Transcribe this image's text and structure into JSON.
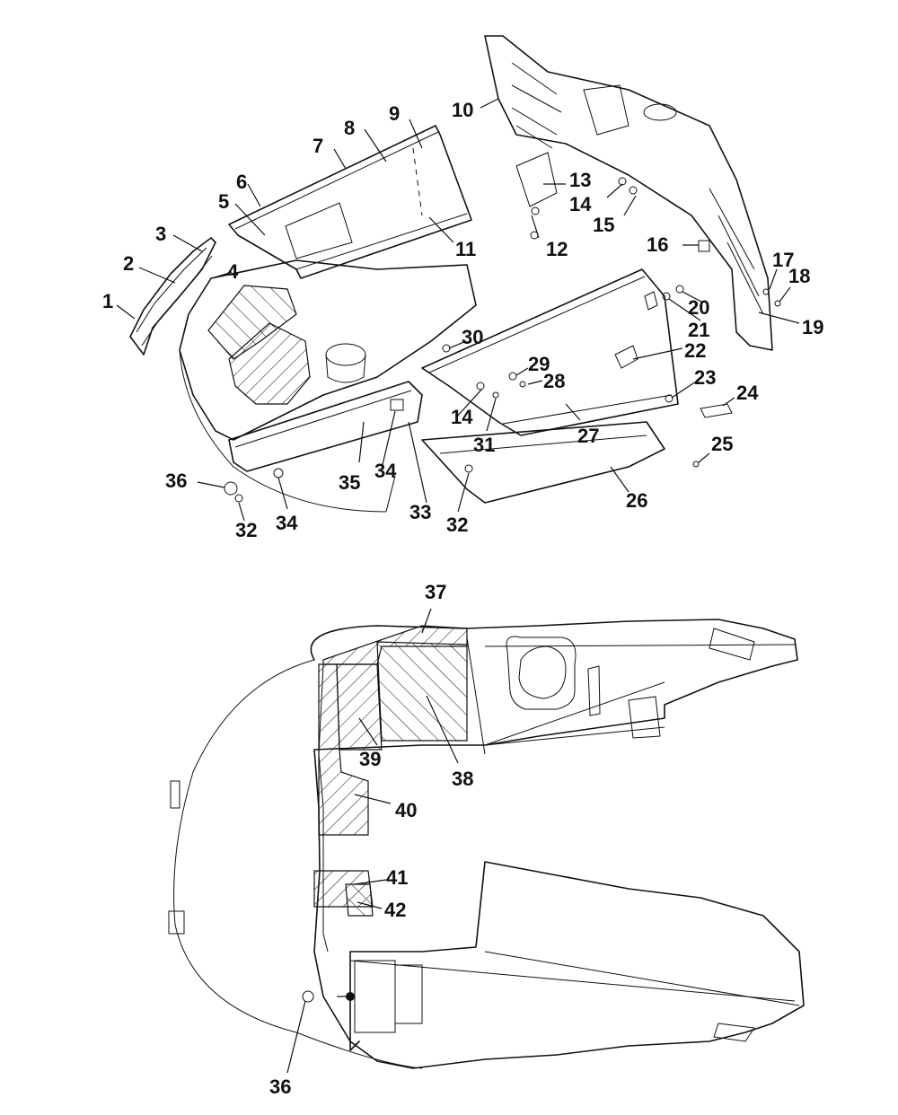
{
  "callouts": [
    "1",
    "2",
    "3",
    "4",
    "5",
    "6",
    "7",
    "8",
    "9",
    "10",
    "11",
    "12",
    "13",
    "14",
    "15",
    "16",
    "17",
    "18",
    "19",
    "20",
    "21",
    "22",
    "23",
    "24",
    "25",
    "26",
    "27",
    "28",
    "29",
    "30",
    "31",
    "32",
    "33",
    "34",
    "35",
    "36",
    "37",
    "38",
    "39",
    "40",
    "41",
    "42"
  ],
  "duplicate_callouts": {
    "14b": "14",
    "32b": "32",
    "34b": "34",
    "36b": "36"
  }
}
